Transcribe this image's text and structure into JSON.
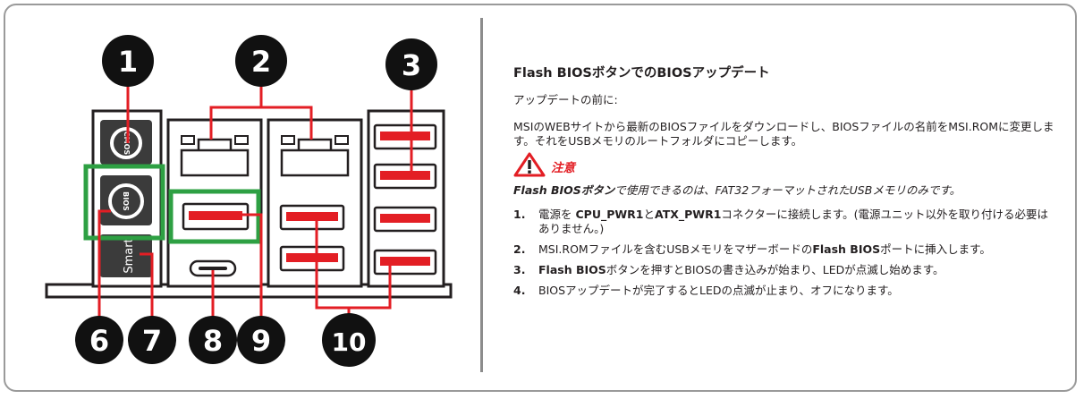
{
  "diagram": {
    "callouts": [
      "1",
      "2",
      "3",
      "6",
      "7",
      "8",
      "9",
      "10"
    ],
    "labels": {
      "cmos": "CMOS",
      "bios": "BIOS",
      "smart": "Smart"
    },
    "colors": {
      "red_line": "#e31e24",
      "green_highlight": "#2ea043",
      "port_dark": "#3b3b3b",
      "badge": "#111111"
    }
  },
  "text": {
    "title": "Flash BIOSボタンでのBIOSアップデート",
    "subtitle": "アップデートの前に:",
    "intro": "MSIのWEBサイトから最新のBIOSファイルをダウンロードし、BIOSファイルの名前をMSI.ROMに変更します。それをUSBメモリのルートフォルダにコピーします。",
    "caution_label": "注意",
    "caution_icon": "warning-triangle-icon",
    "note_bold": "Flash BIOSボタン",
    "note_rest": "で使用できるのは、FAT32フォーマットされたUSBメモリのみです。",
    "steps": [
      {
        "num": "1.",
        "pre": "電源を ",
        "bold1": "CPU_PWR1",
        "mid": "と",
        "bold2": "ATX_PWR1",
        "post": "コネクターに接続します。(電源ユニット以外を取り付ける必要はありません。)"
      },
      {
        "num": "2.",
        "pre": "MSI.ROMファイルを含むUSBメモリをマザーボードの",
        "bold1": "Flash BIOS",
        "post": "ポートに挿入します。"
      },
      {
        "num": "3.",
        "bold1": "Flash BIOS",
        "post": "ボタンを押すとBIOSの書き込みが始まり、LEDが点滅し始めます。"
      },
      {
        "num": "4.",
        "pre": "BIOSアップデートが完了するとLEDの点滅が止まり、オフになります。"
      }
    ]
  }
}
